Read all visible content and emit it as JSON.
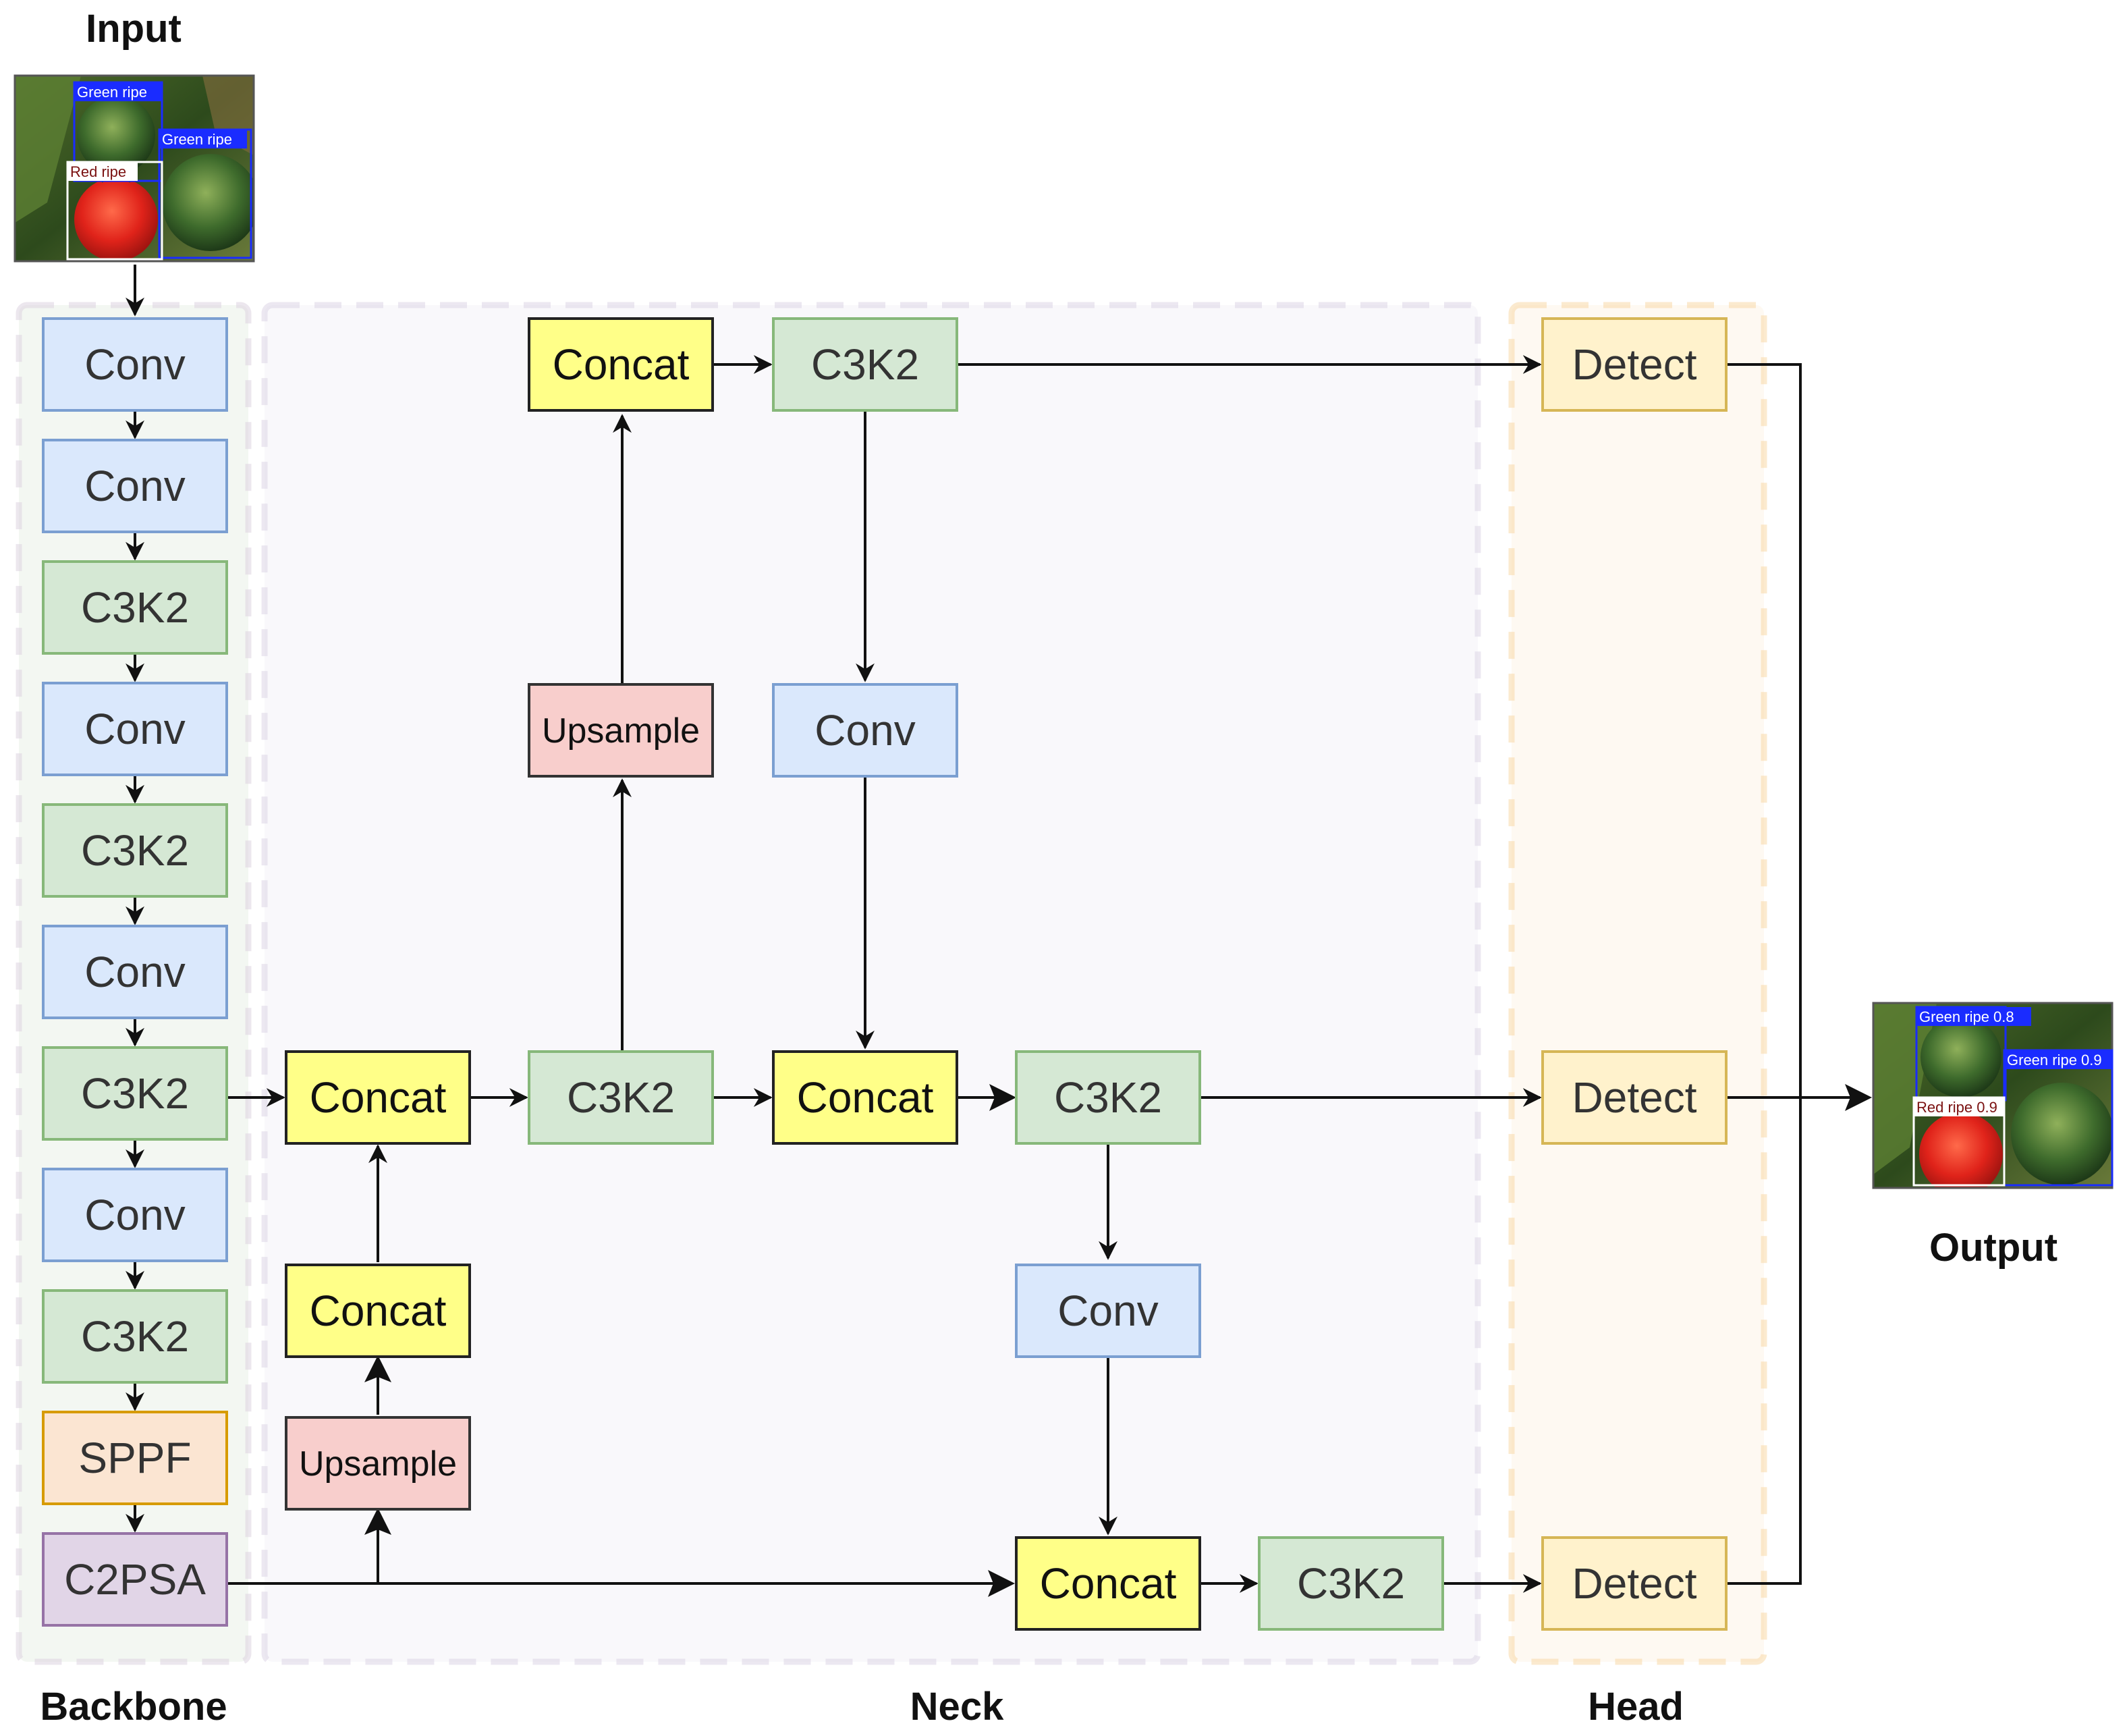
{
  "labels": {
    "input": "Input",
    "output": "Output",
    "backbone": "Backbone",
    "neck": "Neck",
    "head": "Head"
  },
  "colors": {
    "conv": "#dae8fc",
    "conv_border": "#7b9fd1",
    "c3k2": "#d5e8d4",
    "c3k2_border": "#87b87a",
    "concat": "#ffff88",
    "concat_border": "#222222",
    "upsample": "#f8cecc",
    "upsample_border": "#333333",
    "detect": "#fff2cc",
    "detect_border": "#d6b656",
    "sppf": "#fbe5d2",
    "sppf_border": "#d79b00",
    "c2psa": "#e1d5e7",
    "c2psa_border": "#9673a6",
    "backbone_region": "#eaf0e8",
    "neck_region": "#f4f2f8",
    "head_region": "#fdf4e8"
  },
  "input_image": {
    "boxes": [
      {
        "label": "Green ripe"
      },
      {
        "label": "Green ripe"
      },
      {
        "label": "Red ripe"
      }
    ]
  },
  "output_image": {
    "boxes": [
      {
        "label": "Green ripe 0.8"
      },
      {
        "label": "Green ripe 0.9"
      },
      {
        "label": "Red ripe 0.9"
      }
    ]
  },
  "backbone": [
    {
      "id": "b1",
      "label": "Conv",
      "kind": "conv"
    },
    {
      "id": "b2",
      "label": "Conv",
      "kind": "conv"
    },
    {
      "id": "b3",
      "label": "C3K2",
      "kind": "c3k2"
    },
    {
      "id": "b4",
      "label": "Conv",
      "kind": "conv"
    },
    {
      "id": "b5",
      "label": "C3K2",
      "kind": "c3k2"
    },
    {
      "id": "b6",
      "label": "Conv",
      "kind": "conv"
    },
    {
      "id": "b7",
      "label": "C3K2",
      "kind": "c3k2"
    },
    {
      "id": "b8",
      "label": "Conv",
      "kind": "conv"
    },
    {
      "id": "b9",
      "label": "C3K2",
      "kind": "c3k2"
    },
    {
      "id": "b10",
      "label": "SPPF",
      "kind": "sppf"
    },
    {
      "id": "b11",
      "label": "C2PSA",
      "kind": "c2psa"
    }
  ],
  "neck": [
    {
      "id": "n_concat_top",
      "label": "Concat",
      "kind": "concat"
    },
    {
      "id": "n_c3k2_top",
      "label": "C3K2",
      "kind": "c3k2"
    },
    {
      "id": "n_upsample_mid",
      "label": "Upsample",
      "kind": "upsample"
    },
    {
      "id": "n_conv_mid",
      "label": "Conv",
      "kind": "conv"
    },
    {
      "id": "n_concat_a",
      "label": "Concat",
      "kind": "concat"
    },
    {
      "id": "n_c3k2_a",
      "label": "C3K2",
      "kind": "c3k2"
    },
    {
      "id": "n_concat_b",
      "label": "Concat",
      "kind": "concat"
    },
    {
      "id": "n_c3k2_b",
      "label": "C3K2",
      "kind": "c3k2"
    },
    {
      "id": "n_concat_c",
      "label": "Concat",
      "kind": "concat"
    },
    {
      "id": "n_conv_low",
      "label": "Conv",
      "kind": "conv"
    },
    {
      "id": "n_upsample_low",
      "label": "Upsample",
      "kind": "upsample"
    },
    {
      "id": "n_concat_bot",
      "label": "Concat",
      "kind": "concat"
    },
    {
      "id": "n_c3k2_bot",
      "label": "C3K2",
      "kind": "c3k2"
    }
  ],
  "head": [
    {
      "id": "h1",
      "label": "Detect",
      "kind": "detect"
    },
    {
      "id": "h2",
      "label": "Detect",
      "kind": "detect"
    },
    {
      "id": "h3",
      "label": "Detect",
      "kind": "detect"
    }
  ]
}
